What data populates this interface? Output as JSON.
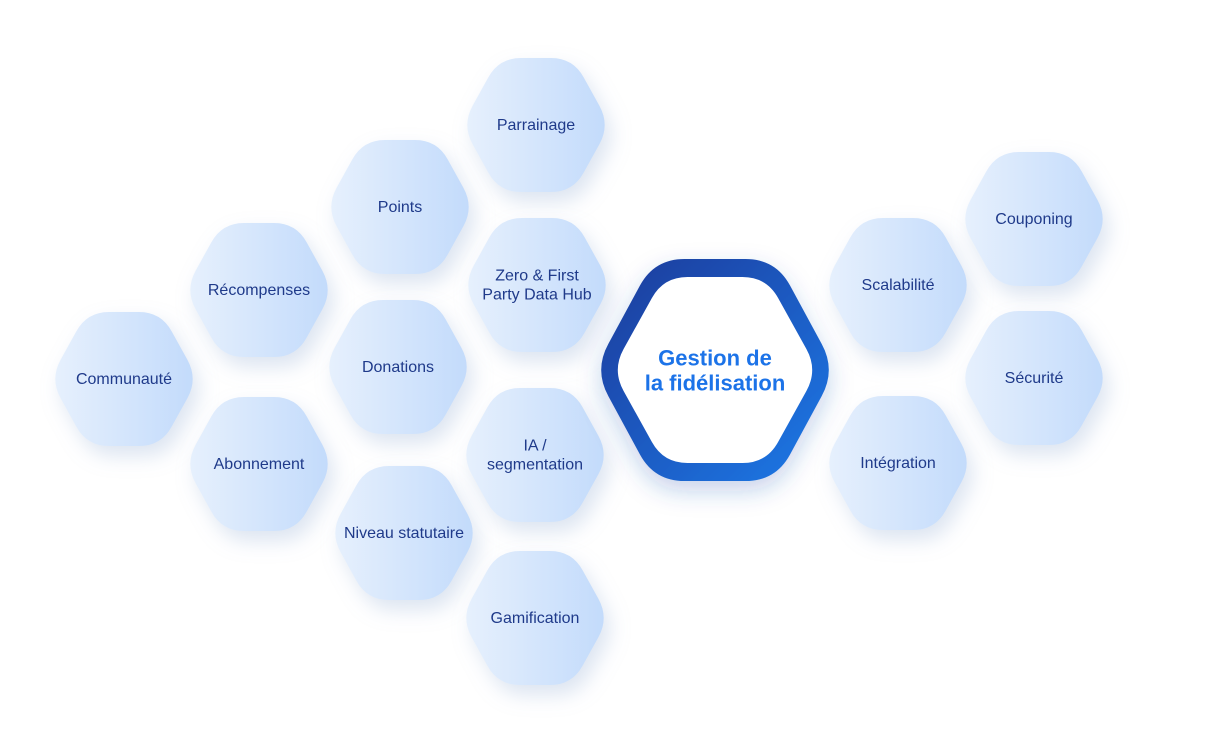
{
  "diagram": {
    "center": {
      "label": [
        "Gestion de",
        "la fidélisation"
      ]
    },
    "nodes": [
      {
        "id": "communaute",
        "label": [
          "Communauté"
        ]
      },
      {
        "id": "recompenses",
        "label": [
          "Récompenses"
        ]
      },
      {
        "id": "abonnement",
        "label": [
          "Abonnement"
        ]
      },
      {
        "id": "points",
        "label": [
          "Points"
        ]
      },
      {
        "id": "donations",
        "label": [
          "Donations"
        ]
      },
      {
        "id": "niveau-statutaire",
        "label": [
          "Niveau statutaire"
        ]
      },
      {
        "id": "parrainage",
        "label": [
          "Parrainage"
        ]
      },
      {
        "id": "zero-first-party-data-hub",
        "label": [
          "Zero & First",
          "Party Data Hub"
        ]
      },
      {
        "id": "ia-segmentation",
        "label": [
          "IA /",
          "segmentation"
        ]
      },
      {
        "id": "gamification",
        "label": [
          "Gamification"
        ]
      },
      {
        "id": "scalabilite",
        "label": [
          "Scalabilité"
        ]
      },
      {
        "id": "integration",
        "label": [
          "Intégration"
        ]
      },
      {
        "id": "couponing",
        "label": [
          "Couponing"
        ]
      },
      {
        "id": "securite",
        "label": [
          "Sécurité"
        ]
      }
    ],
    "colors": {
      "hex_fill_start": "#e6f0fd",
      "hex_fill_end": "#c3dbfb",
      "hex_text": "#1f3a8a",
      "center_border_start": "#1e3a9a",
      "center_border_end": "#1c7ae8",
      "center_text": "#1c73e8"
    }
  }
}
